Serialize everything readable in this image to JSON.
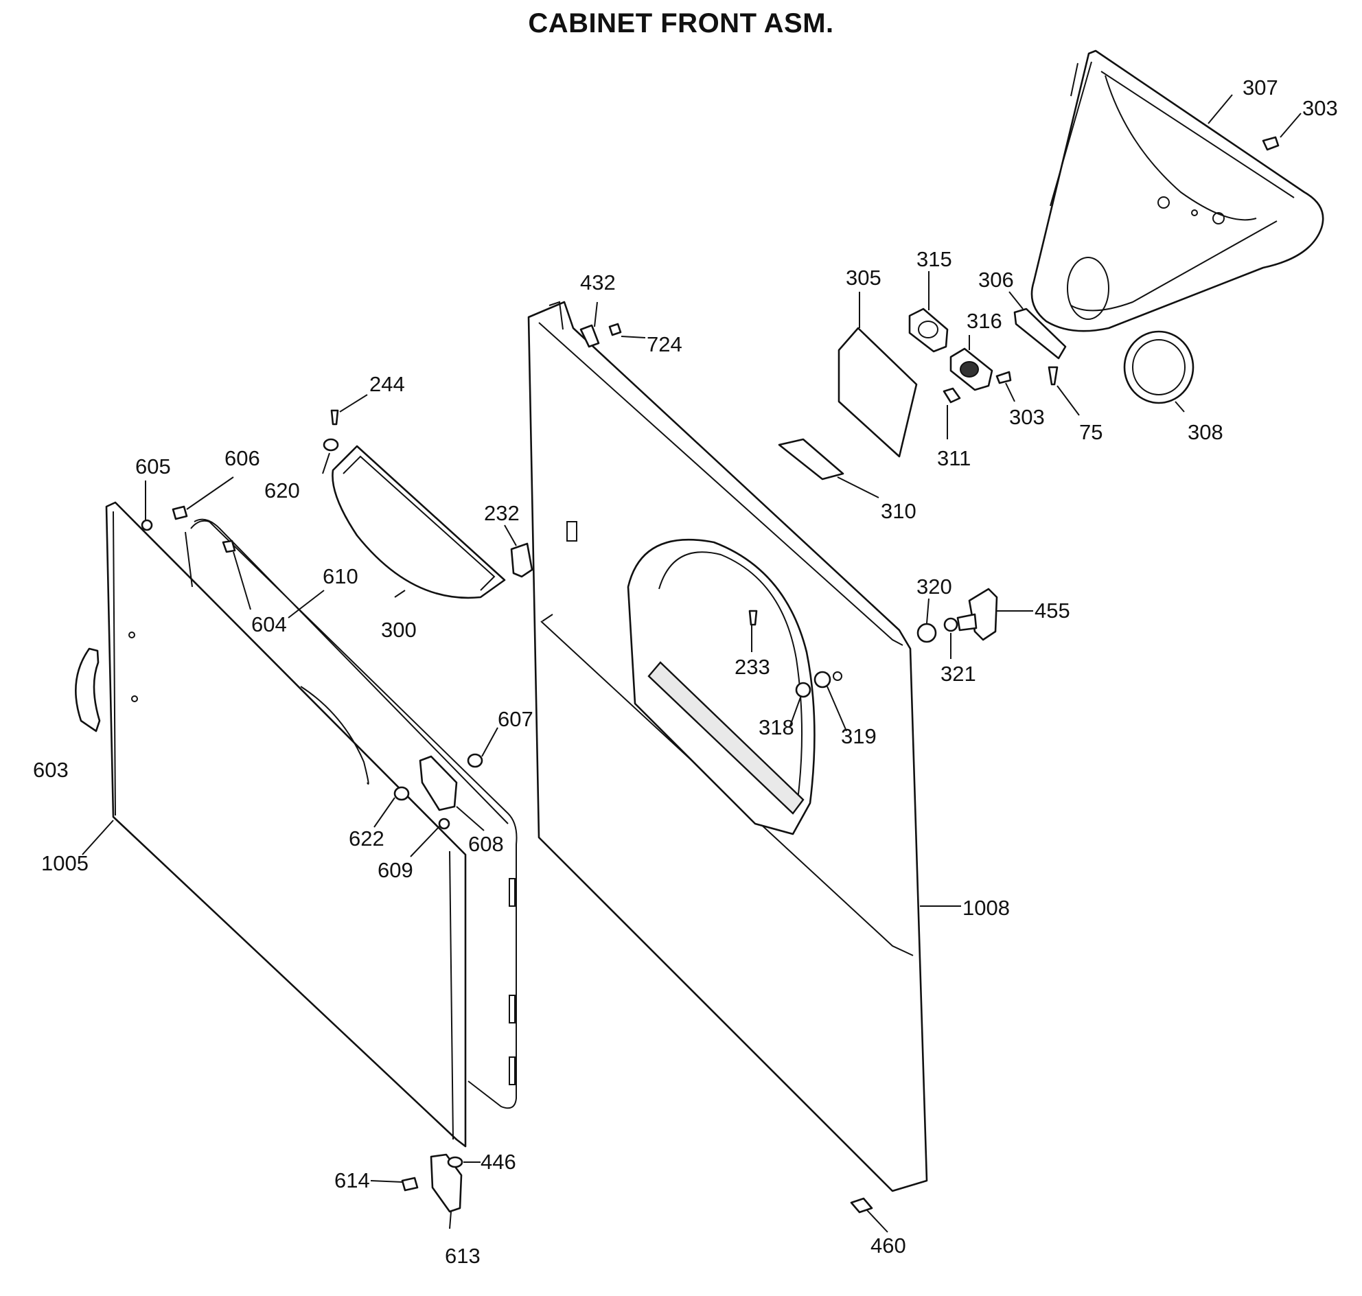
{
  "title": "CABINET FRONT ASM.",
  "parts": [
    {
      "id": "p307",
      "label": "307"
    },
    {
      "id": "p303a",
      "label": "303"
    },
    {
      "id": "p305",
      "label": "305"
    },
    {
      "id": "p315",
      "label": "315"
    },
    {
      "id": "p306",
      "label": "306"
    },
    {
      "id": "p316",
      "label": "316"
    },
    {
      "id": "p303b",
      "label": "303"
    },
    {
      "id": "p75",
      "label": "75"
    },
    {
      "id": "p308",
      "label": "308"
    },
    {
      "id": "p311",
      "label": "311"
    },
    {
      "id": "p310",
      "label": "310"
    },
    {
      "id": "p432",
      "label": "432"
    },
    {
      "id": "p724",
      "label": "724"
    },
    {
      "id": "p244",
      "label": "244"
    },
    {
      "id": "p605",
      "label": "605"
    },
    {
      "id": "p606",
      "label": "606"
    },
    {
      "id": "p620",
      "label": "620"
    },
    {
      "id": "p232",
      "label": "232"
    },
    {
      "id": "p610",
      "label": "610"
    },
    {
      "id": "p604",
      "label": "604"
    },
    {
      "id": "p300",
      "label": "300"
    },
    {
      "id": "p320",
      "label": "320"
    },
    {
      "id": "p455",
      "label": "455"
    },
    {
      "id": "p233",
      "label": "233"
    },
    {
      "id": "p321",
      "label": "321"
    },
    {
      "id": "p318",
      "label": "318"
    },
    {
      "id": "p319",
      "label": "319"
    },
    {
      "id": "p603",
      "label": "603"
    },
    {
      "id": "p607",
      "label": "607"
    },
    {
      "id": "p622",
      "label": "622"
    },
    {
      "id": "p608",
      "label": "608"
    },
    {
      "id": "p609",
      "label": "609"
    },
    {
      "id": "p1005",
      "label": "1005"
    },
    {
      "id": "p1008",
      "label": "1008"
    },
    {
      "id": "p614",
      "label": "614"
    },
    {
      "id": "p446",
      "label": "446"
    },
    {
      "id": "p613",
      "label": "613"
    },
    {
      "id": "p460",
      "label": "460"
    }
  ]
}
